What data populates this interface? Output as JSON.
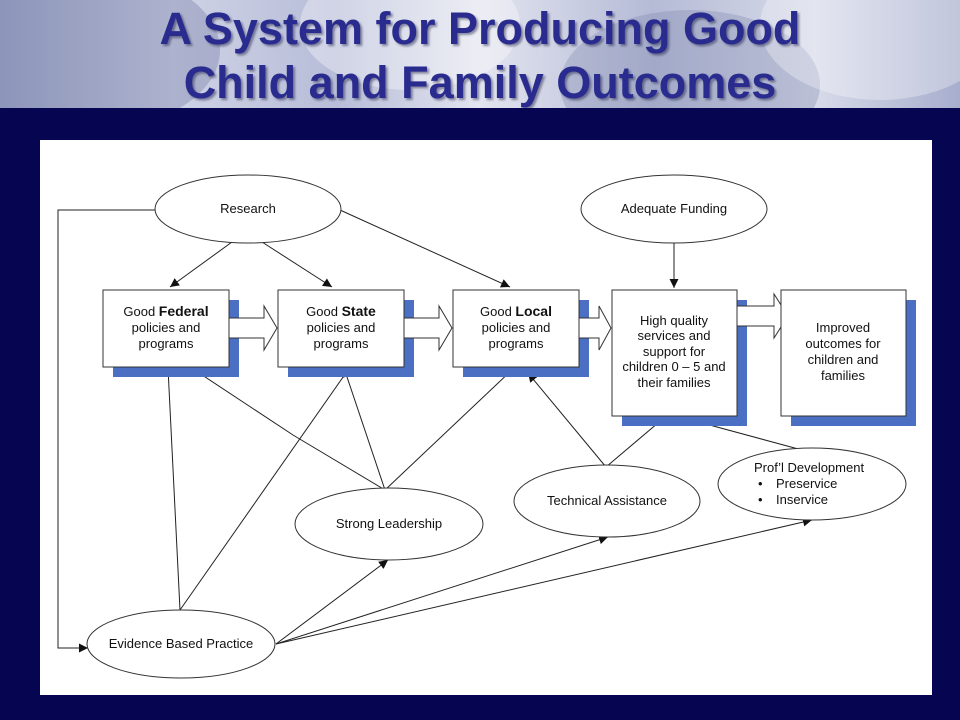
{
  "title": {
    "line1": "A System for Producing Good",
    "line2": "Child and Family Outcomes"
  },
  "colors": {
    "background": "#050552",
    "title": "#2a2b8f",
    "box_shadow": "#4a6fc3"
  },
  "diagram": {
    "research": "Research",
    "adequate_funding": "Adequate Funding",
    "federal": {
      "prefix": "Good ",
      "bold": "Federal",
      "line2": "policies and",
      "line3": "programs"
    },
    "state": {
      "prefix": "Good ",
      "bold": "State",
      "line2": "policies and",
      "line3": "programs"
    },
    "local": {
      "prefix": "Good ",
      "bold": "Local",
      "line2": "policies and",
      "line3": "programs"
    },
    "services": {
      "line1": "High quality",
      "line2": "services and",
      "line3": "support for",
      "line4": "children 0 – 5 and",
      "line5": "their families"
    },
    "outcomes": {
      "line1": "Improved",
      "line2": "outcomes for",
      "line3": "children and",
      "line4": "families"
    },
    "strong_leadership": "Strong Leadership",
    "technical_assistance": "Technical Assistance",
    "profl_development": {
      "title": "Prof’l Development",
      "bullet": "•",
      "item1": "Preservice",
      "item2": "Inservice"
    },
    "evidence_based_practice": "Evidence Based Practice"
  }
}
